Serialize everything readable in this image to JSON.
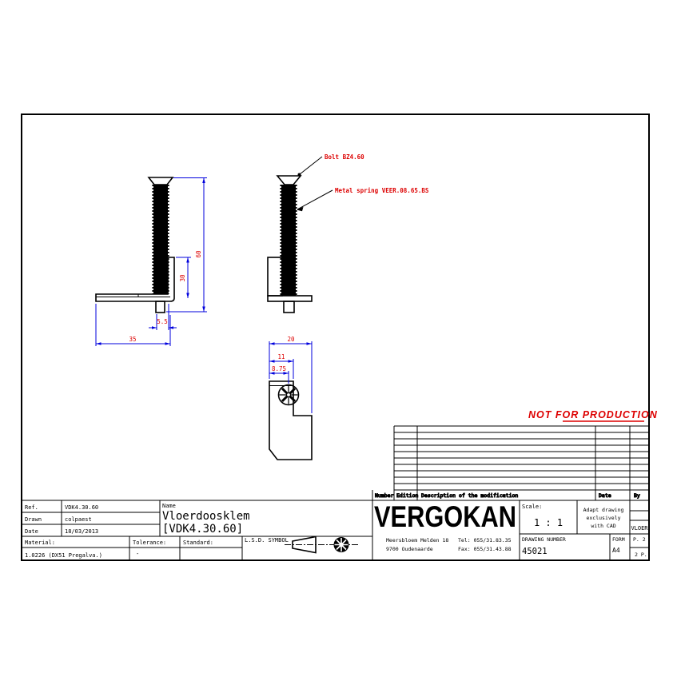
{
  "colors": {
    "drawing_line": "#000000",
    "dimension_blue": "#0000dd",
    "accent_red": "#dd0000"
  },
  "watermark": {
    "not_for_production": "NOT FOR PRODUCTION"
  },
  "annotations": {
    "bolt": "Bolt BZ4.60",
    "spring": "Metal spring VEER.08.65.BS"
  },
  "dimensions": {
    "overall_height": "60",
    "leg_height": "30",
    "tab_width": "5.5",
    "base_width": "35",
    "top_width": "20",
    "top_inner_width": "11",
    "screw_offset": "8.75"
  },
  "revision_table": {
    "number_label": "Number",
    "edition_label": "Edition",
    "description_label": "Description of the modification",
    "date_label": "Date",
    "by_label": "By"
  },
  "titleblock": {
    "ref_label": "Ref.",
    "ref_value": "VDK4.30.60",
    "drawn_label": "Drawn",
    "drawn_value": "colpaest",
    "date_label": "Date",
    "date_value": "18/03/2013",
    "name_label": "Name",
    "name_value": "Vloerdoosklem",
    "name_code": "[VDK4.30.60]",
    "material_label": "Material:",
    "material_value": "1.0226 (DX51 Pregalva.)",
    "tolerance_label": "Tolerance:",
    "tolerance_value": "-",
    "standard_label": "Standard:",
    "lsd_label": "L.S.D. SYMBOL",
    "logo": "VERGOKAN",
    "address_line1": "Meersbloem Melden 18",
    "address_line2": "9700 Oudenaarde",
    "tel": "Tel: 055/31.83.35",
    "fax": "Fax: 055/31.43.88",
    "scale_label": "Scale:",
    "scale_value": "1 : 1",
    "cad_note_line1": "Adapt drawing",
    "cad_note_line2": "exclusively",
    "cad_note_line3": "with CAD",
    "category": "VLOER",
    "drawing_number_label": "DRAWING NUMBER",
    "drawing_number": "45021",
    "form_label": "FORM",
    "form_value": "A4",
    "sheet_top": "P. 2",
    "sheet_bottom": "2 P."
  }
}
